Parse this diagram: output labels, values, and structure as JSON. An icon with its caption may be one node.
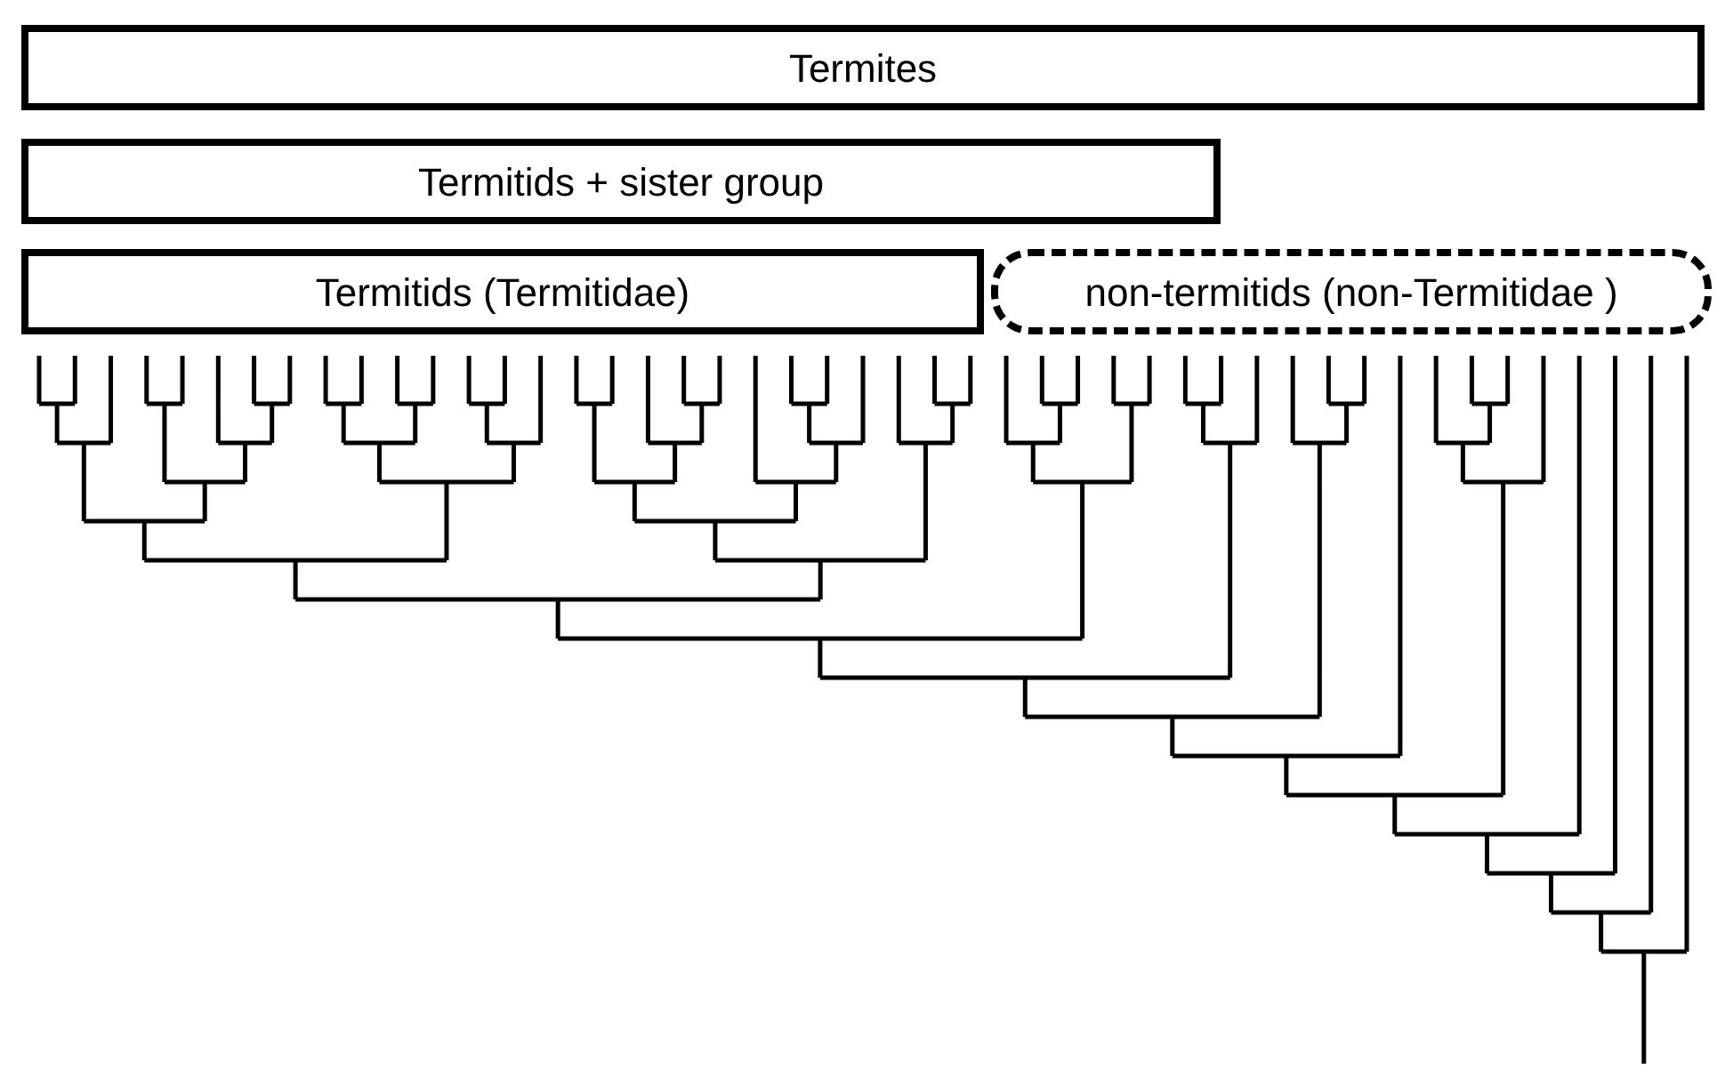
{
  "diagram": {
    "nodes": [
      {
        "text": [
          "Termites"
        ]
      },
      {
        "text": [
          "Termitids + sister group"
        ]
      },
      {
        "text": [
          "Termitids (Termitidae)"
        ]
      },
      {
        "text": [
          "non-termitids (non-Termitidae )"
        ]
      }
    ]
  }
}
